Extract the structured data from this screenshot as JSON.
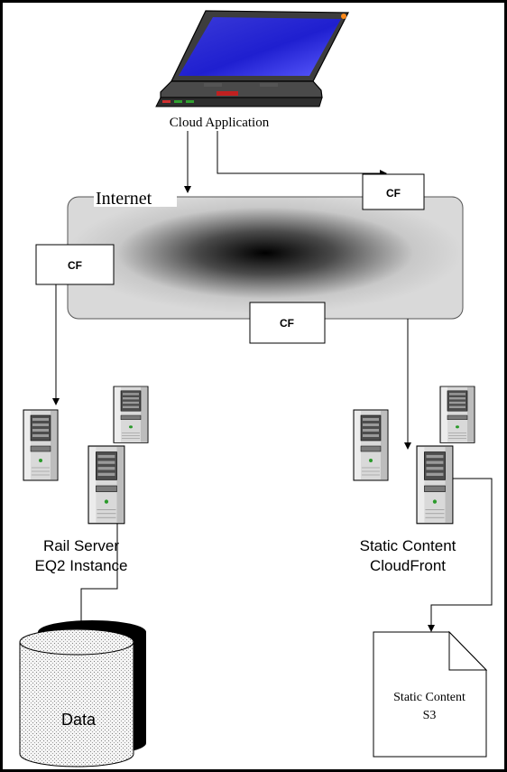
{
  "nodes": {
    "cloud_app": "Cloud Application",
    "internet": "Internet",
    "cf_top": "CF",
    "cf_left": "CF",
    "cf_bottom": "CF",
    "rail_server_line1": "Rail Server",
    "rail_server_line2": "EQ2 Instance",
    "static_content_line1": "Static Content",
    "static_content_line2": "CloudFront",
    "data": "Data",
    "s3_line1": "Static Content",
    "s3_line2": "S3"
  }
}
